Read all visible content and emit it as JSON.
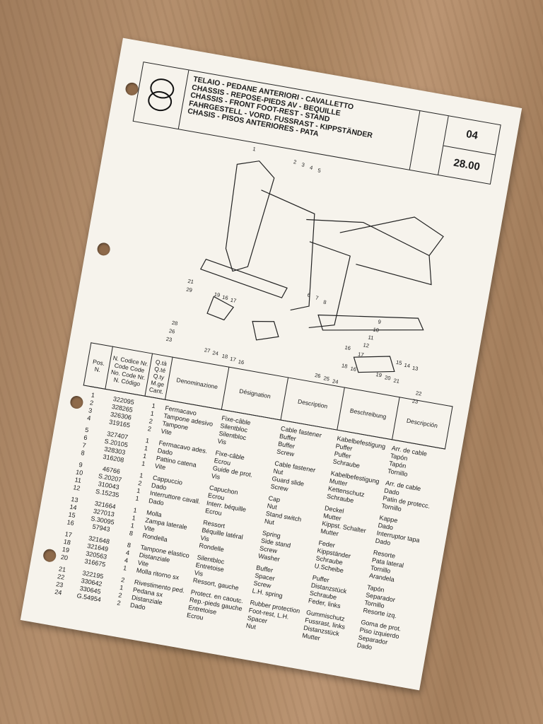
{
  "header": {
    "titles": [
      "TELAIO - PEDANE ANTERIORI - CAVALLETTO",
      "CHASSIS - REPOSE-PIEDS AV - BEQUILLE",
      "CHASSIS - FRONT FOOT-REST - STAND",
      "FAHRGESTELL - VORD. FUSSRAST - KIPPSTÄNDER",
      "CHASIS - PISOS ANTERIORES - PATA"
    ],
    "group": "04",
    "page": "28.00",
    "logo": "twin-ring-logo"
  },
  "diagram": {
    "callouts": [
      "1",
      "2",
      "3",
      "4",
      "5",
      "21",
      "29",
      "19",
      "16",
      "17",
      "28",
      "26",
      "23",
      "27",
      "24",
      "18",
      "17",
      "16",
      "6",
      "7",
      "8",
      "9",
      "10",
      "11",
      "12",
      "16",
      "17",
      "15",
      "14",
      "13",
      "18",
      "16",
      "19",
      "20",
      "21",
      "22",
      "23",
      "26",
      "25",
      "24"
    ]
  },
  "table": {
    "headers": {
      "pos": "Pos. N.",
      "code": "N. Codice Nr. Code Code No. Code Nr. N. Código",
      "qty": "Q.tà Q.té Q.ty M.ge Cant.",
      "it": "Denominazione",
      "fr": "Désignation",
      "en": "Description",
      "de": "Beschreibung",
      "es": "Descripción"
    },
    "rows": [
      [
        "1",
        "322095",
        "1",
        "Fermacavo",
        "Fixe-câble",
        "Cable fastener",
        "Kabelbefestigung",
        "Arr. de cable"
      ],
      [
        "2",
        "328265",
        "1",
        "Tampone adesivo",
        "Silentbloc",
        "Buffer",
        "Puffer",
        "Tapón"
      ],
      [
        "3",
        "326306",
        "2",
        "Tampone",
        "Silentbloc",
        "Buffer",
        "Puffer",
        "Tapón"
      ],
      [
        "4",
        "319165",
        "2",
        "Vite",
        "Vis",
        "Screw",
        "Schraube",
        "Tornillo"
      ],
      [
        "5",
        "327407",
        "1",
        "Fermacavo ades.",
        "Fixe-câble",
        "Cable fastener",
        "Kabelbefestigung",
        "Arr. de cable"
      ],
      [
        "6",
        "S.20105",
        "1",
        "Dado",
        "Ecrou",
        "Nut",
        "Mutter",
        "Dado"
      ],
      [
        "7",
        "328303",
        "1",
        "Pattino catena",
        "Guide de prot.",
        "Guard slide",
        "Kettenschutz",
        "Patin de protecc."
      ],
      [
        "8",
        "316208",
        "1",
        "Vite",
        "Vis",
        "Screw",
        "Schraube",
        "Tornillo"
      ],
      [
        "9",
        "46766",
        "1",
        "Cappuccio",
        "Capuchon",
        "Cap",
        "Deckel",
        "Kappe"
      ],
      [
        "10",
        "S.20207",
        "2",
        "Dado",
        "Ecrou",
        "Nut",
        "Mutter",
        "Dado"
      ],
      [
        "11",
        "310043",
        "1",
        "Interruttore cavall.",
        "Interr. béquille",
        "Stand switch",
        "Kippst. Schalter",
        "Interruptor tapa"
      ],
      [
        "12",
        "S.15235",
        "1",
        "Dado",
        "Ecrou",
        "Nut",
        "Mutter",
        "Dado"
      ],
      [
        "13",
        "321664",
        "1",
        "Molla",
        "Ressort",
        "Spring",
        "Feder",
        "Resorte"
      ],
      [
        "14",
        "327013",
        "1",
        "Zampa laterale",
        "Béquille latéral",
        "Side stand",
        "Kippständer",
        "Pata lateral"
      ],
      [
        "15",
        "S.30095",
        "1",
        "Vite",
        "Vis",
        "Screw",
        "Schraube",
        "Tornillo"
      ],
      [
        "16",
        "57943",
        "8",
        "Rondella",
        "Rondelle",
        "Washer",
        "U.Scheibe",
        "Arandela"
      ],
      [
        "17",
        "321648",
        "8",
        "Tampone elastico",
        "Silentbloc",
        "Buffer",
        "Puffer",
        "Tapón"
      ],
      [
        "18",
        "321649",
        "4",
        "Distanziale",
        "Entretoise",
        "Spacer",
        "Distanzstück",
        "Separador"
      ],
      [
        "19",
        "320563",
        "4",
        "Vite",
        "Vis",
        "Screw",
        "Schraube",
        "Tornillo"
      ],
      [
        "20",
        "316675",
        "1",
        "Molla ritorno sx",
        "Ressort, gauche",
        "L.H. spring",
        "Feder, links",
        "Resorte izq."
      ],
      [
        "21",
        "322195",
        "2",
        "Rivestimento ped.",
        "Protect. en caoutc.",
        "Rubber protection",
        "Gummischutz",
        "Goma de prot."
      ],
      [
        "22",
        "330642",
        "1",
        "Pedana sx",
        "Rep.-pieds gauche",
        "Foot-rest, L.H.",
        "Fussrast, links",
        "Piso izquierdo"
      ],
      [
        "23",
        "330645",
        "2",
        "Distanziale",
        "Entretoise",
        "Spacer",
        "Distanzstück",
        "Separador"
      ],
      [
        "24",
        "G.54954",
        "2",
        "Dado",
        "Ecrou",
        "Nut",
        "Mutter",
        "Dado"
      ]
    ]
  }
}
